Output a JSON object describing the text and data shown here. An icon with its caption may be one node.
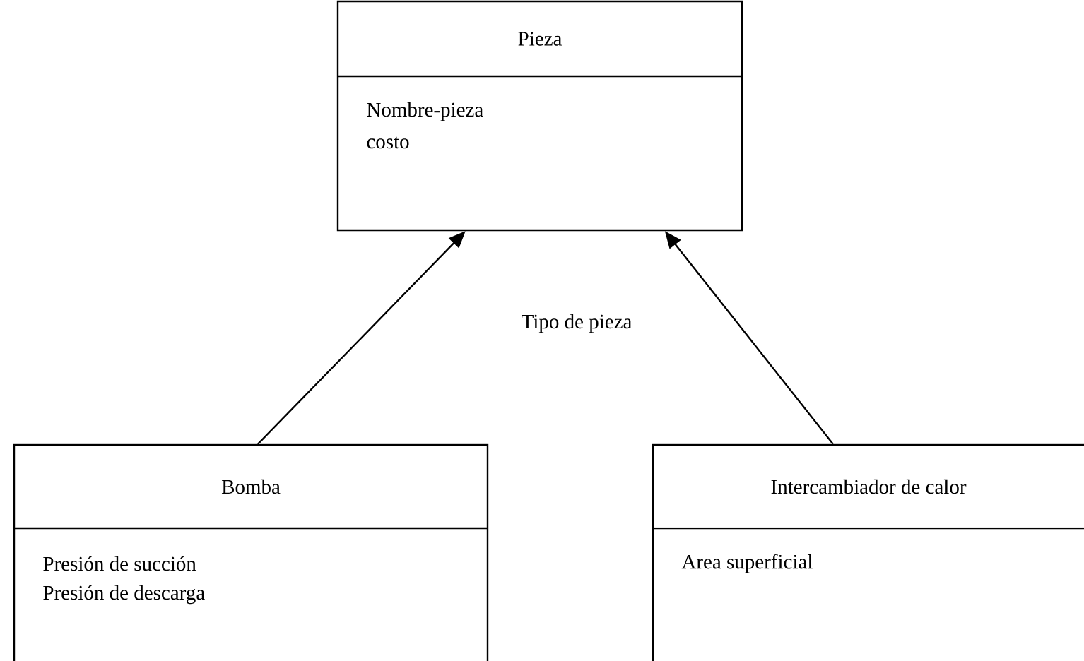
{
  "diagram": {
    "nodes": [
      {
        "text": [
          "Pieza",
          "Nombre-pieza",
          "costo"
        ]
      },
      {
        "text": [
          "Bomba",
          "Presión de succión",
          "Presión de descarga"
        ]
      },
      {
        "text": [
          "Intercambiador de calor",
          "Area superficial"
        ]
      }
    ],
    "edges": [
      {
        "from": 1,
        "to": 0,
        "arrow": "to"
      },
      {
        "from": 2,
        "to": 0,
        "arrow": "to"
      }
    ],
    "labels": [
      "Tipo de pieza"
    ]
  }
}
